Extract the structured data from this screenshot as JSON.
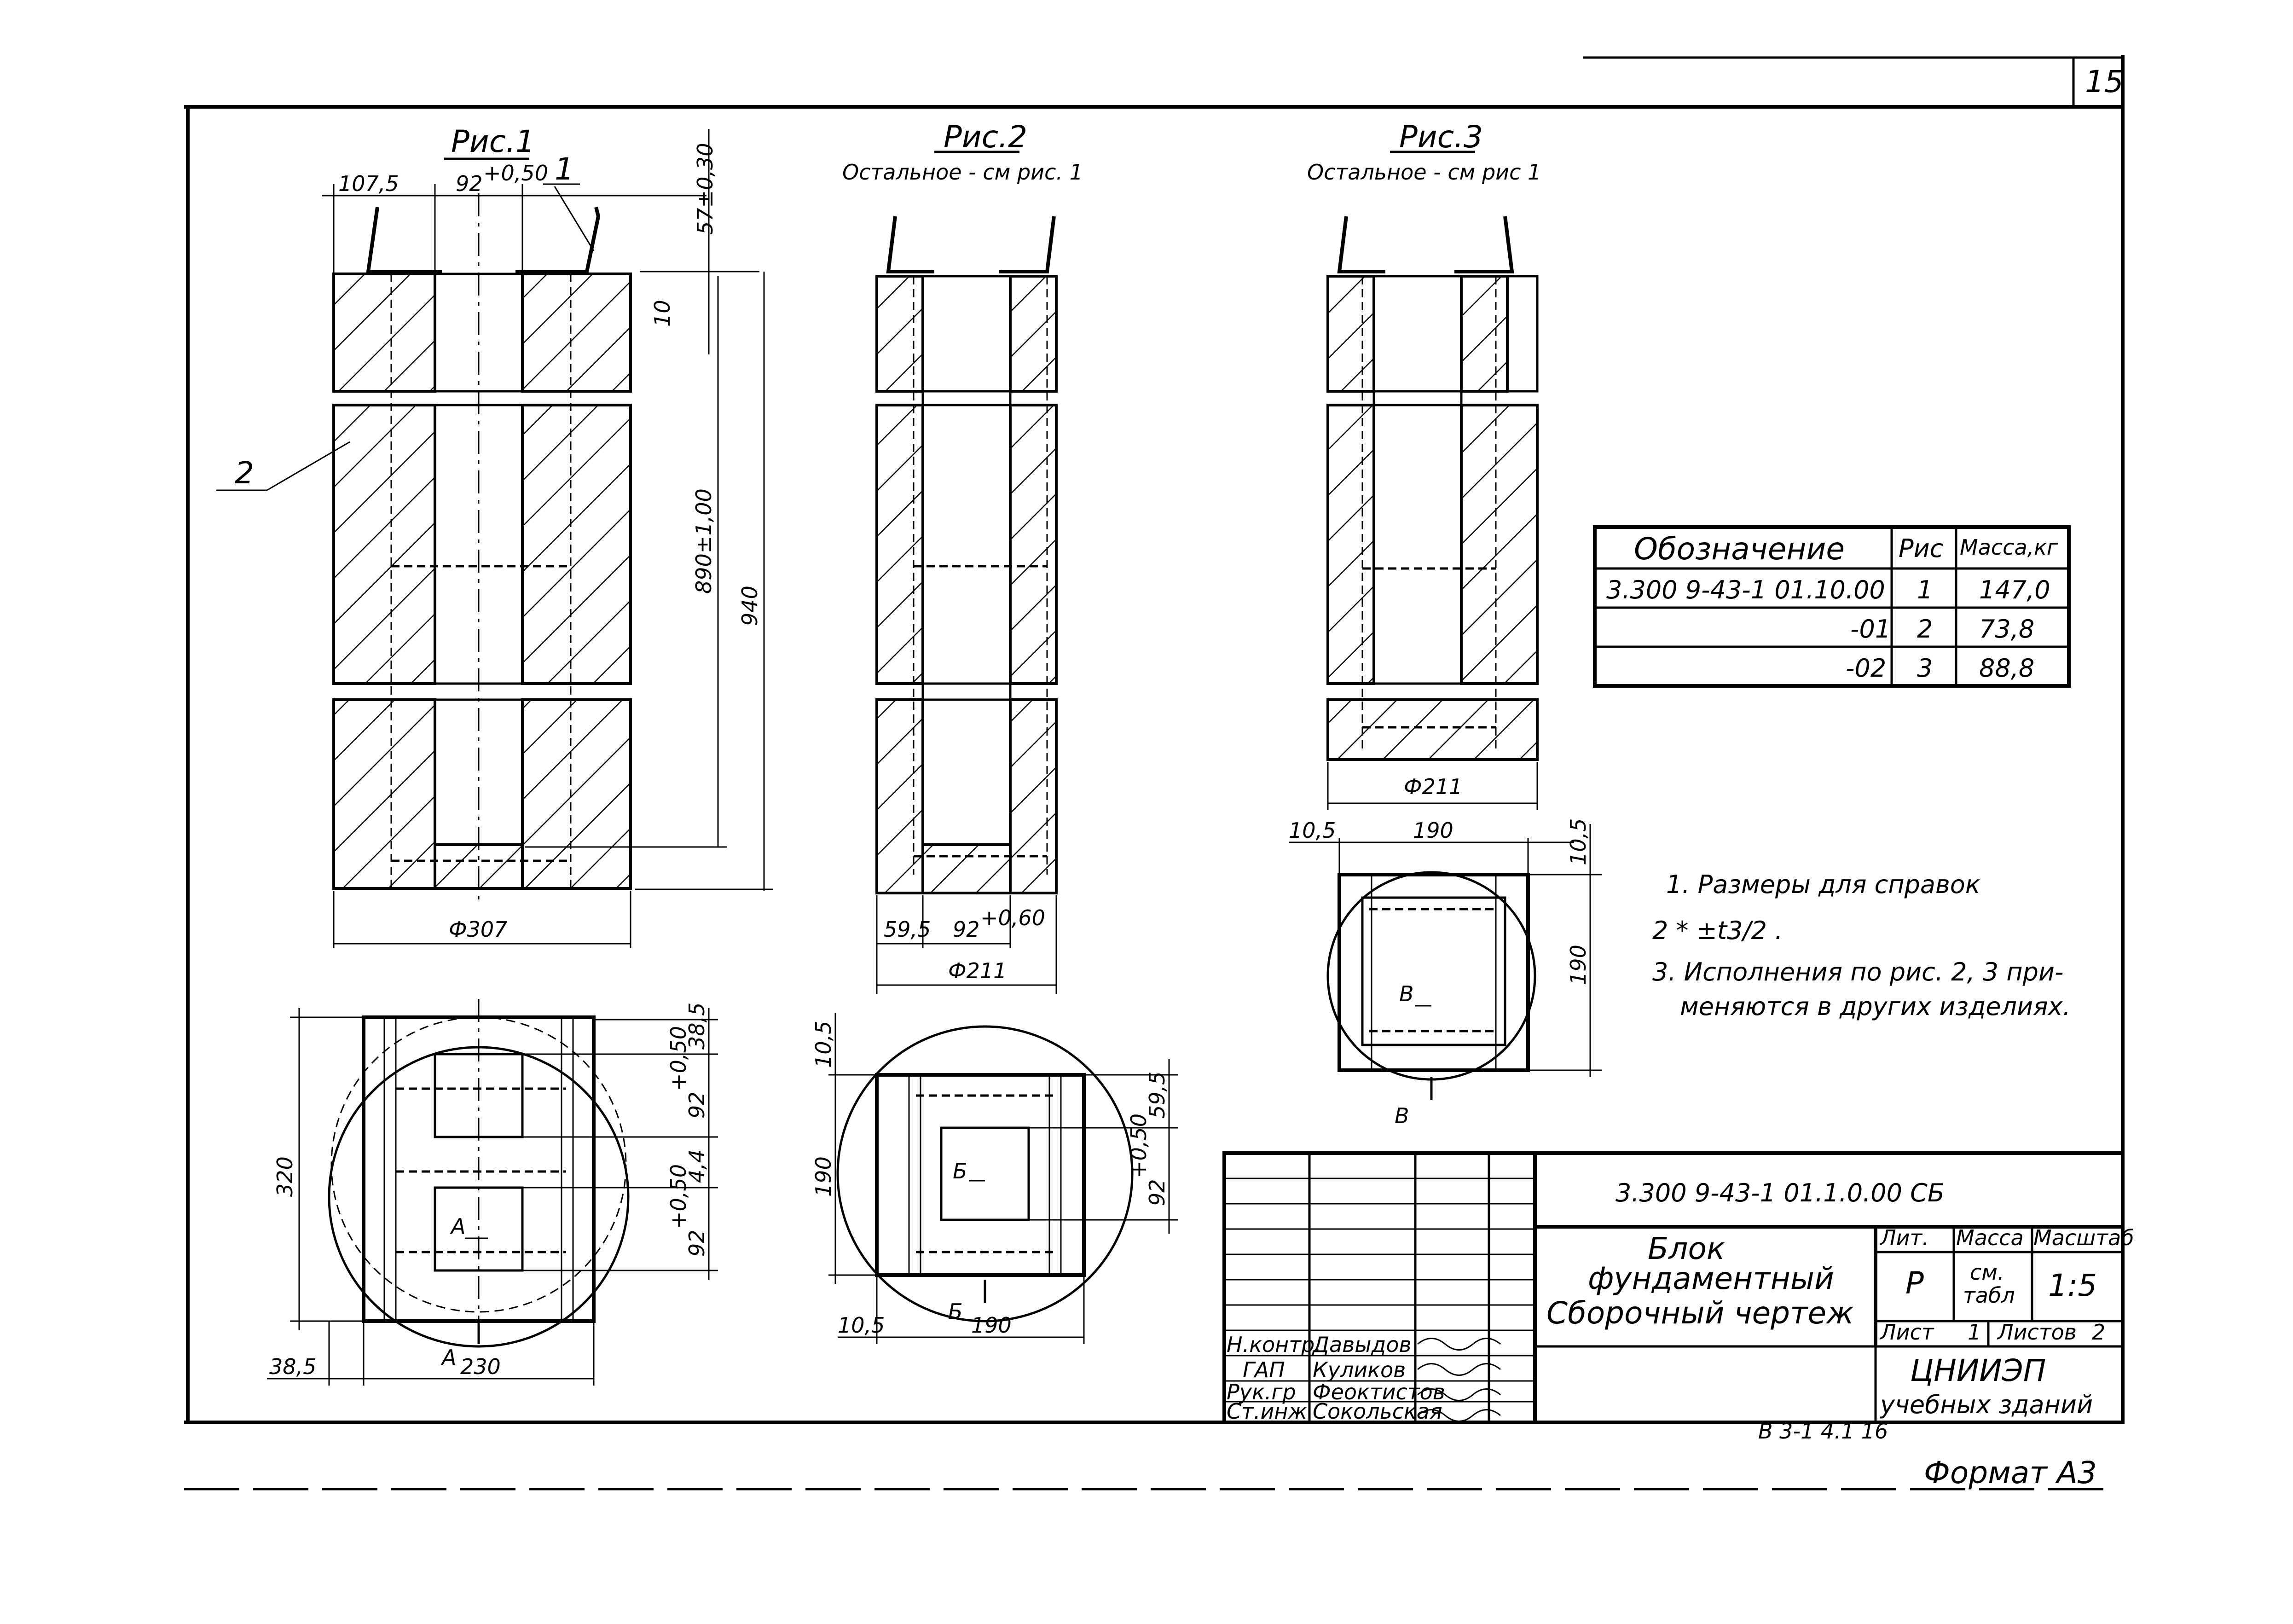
{
  "sheet": {
    "page_number": "15",
    "format_label": "Формат А3",
    "bottom_code": "В 3-1  4.1  16"
  },
  "figures": [
    {
      "title": "Рис.1",
      "subtitle": ""
    },
    {
      "title": "Рис.2",
      "subtitle": "Остальное - см рис. 1"
    },
    {
      "title": "Рис.3",
      "subtitle": "Остальное - см рис 1"
    }
  ],
  "callouts": [
    "1",
    "2"
  ],
  "dimensions": {
    "fig1": {
      "left_width": "107,5",
      "hole_width": "92",
      "hole_tol": "+0,50",
      "loop_height": "57±0,30",
      "top_gap": "10",
      "inner_height": "890±1,00",
      "total_height": "940",
      "diameter": "Ф307"
    },
    "fig2": {
      "left_width": "59,5",
      "hole_width": "92",
      "hole_tol": "+0,60",
      "diameter": "Ф211"
    },
    "fig3": {
      "diameter": "Ф211"
    },
    "plan1": {
      "top_off": "38,5",
      "cell1": "92",
      "cell1_tol": "+0,50",
      "mid": "4,4",
      "cell2": "92",
      "cell2_tol": "+0,50",
      "height": "320",
      "left_off": "38,5",
      "width": "230",
      "section": "А"
    },
    "plan2": {
      "top_off": "10,5",
      "right_off": "59,5",
      "cell": "92",
      "cell_tol": "+0,50",
      "height": "190",
      "bottom_off": "10,5",
      "width": "190",
      "section": "Б"
    },
    "plan3": {
      "left_off": "10,5",
      "width": "190",
      "right_off": "10,5",
      "height": "190",
      "section": "В"
    }
  },
  "spec_table": {
    "headers": [
      "Обозначение",
      "Рис",
      "Масса,кг"
    ],
    "rows": [
      [
        "3.300 9-43-1 01.10.00",
        "1",
        "147,0"
      ],
      [
        "-01",
        "2",
        "73,8"
      ],
      [
        "-02",
        "3",
        "88,8"
      ]
    ]
  },
  "notes": [
    "1. Размеры для справок",
    "2 *  ±t3/2 .",
    "3. Исполнения по рис. 2, 3 при-",
    "меняются в других изделиях."
  ],
  "title_block": {
    "code": "3.300 9-43-1 01.1.0.00 СБ",
    "name_line1": "Блок",
    "name_line2": "фундаментный",
    "name_line3": "Сборочный чертеж",
    "lit_label": "Лит.",
    "mass_label": "Масса",
    "scale_label": "Масштаб",
    "lit_value": "Р",
    "mass_value_1": "см.",
    "mass_value_2": "табл",
    "scale_value": "1:5",
    "sheet_label": "Лист",
    "sheet_value": "1",
    "sheets_label": "Листов",
    "sheets_value": "2",
    "org_line1": "ЦНИИЭП",
    "org_line2": "учебных зданий",
    "signatures": [
      {
        "role": "Н.контр.",
        "name": "Давыдов"
      },
      {
        "role": "ГАП",
        "name": "Куликов"
      },
      {
        "role": "Рук.гр",
        "name": "Феоктистов"
      },
      {
        "role": "Ст.инж",
        "name": "Сокольская"
      }
    ]
  }
}
